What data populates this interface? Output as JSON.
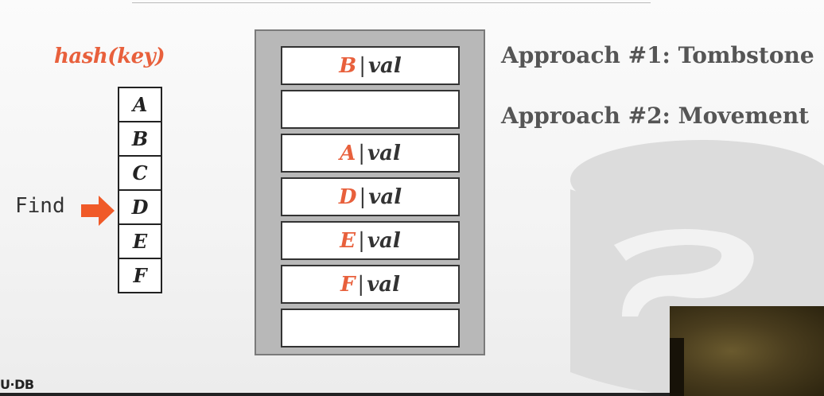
{
  "hash_label": "hash(key)",
  "keys": [
    "A",
    "B",
    "C",
    "D",
    "E",
    "F"
  ],
  "find": {
    "label": "Find",
    "target_key": "D",
    "arrow_icon": "right-arrow-icon",
    "arrow_color": "#f05a28"
  },
  "slots": [
    {
      "key": "B",
      "sep": "|",
      "val": "val"
    },
    {
      "key": "",
      "sep": "",
      "val": ""
    },
    {
      "key": "A",
      "sep": "|",
      "val": "val"
    },
    {
      "key": "D",
      "sep": "|",
      "val": "val"
    },
    {
      "key": "E",
      "sep": "|",
      "val": "val"
    },
    {
      "key": "F",
      "sep": "|",
      "val": "val"
    },
    {
      "key": "",
      "sep": "",
      "val": ""
    }
  ],
  "approaches": [
    "Approach #1: Tombstone",
    "Approach #2: Movement"
  ],
  "logo_text": "U·DB",
  "colors": {
    "accent": "#e8603c",
    "text": "#333333",
    "table_frame": "#b8b8b8"
  }
}
